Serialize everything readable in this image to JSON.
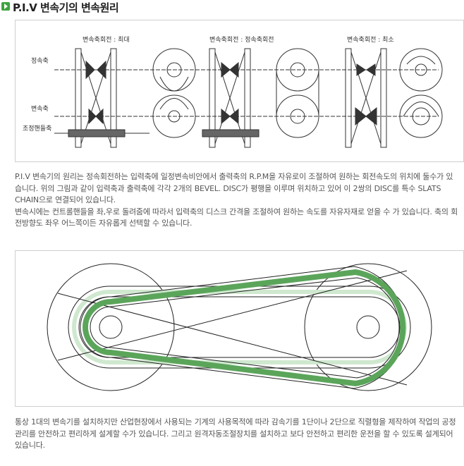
{
  "title": "P.I.V 변속기의 변속원리",
  "figure1": {
    "labels": {
      "max": "변속축회전 : 최대",
      "const": "변속축회전 : 정속축회전",
      "min": "변속축회전 : 최소",
      "fixed_shaft": "정속축",
      "variable_shaft": "변속축",
      "handle_shaft": "조정핸들축"
    }
  },
  "paragraph1": [
    "P.I.V 변속기의 원리는 정속회전하는 입력축에 일정변속비안에서 출력축의 R.P.M을 자유로이 조절하여 원하는 회전속도의 위치에 둘수가 있습니다. 위의 그림과 같이 입력축과 출력축에 각각 2개의 BEVEL. DISC가 평행을 이루며 위치하고 있어 이 2쌍의 DISC를 특수 SLATS CHAIN으로 연결되어 있습니다.",
    "변속시에는 컨트롤핸들을 좌,우로 돌려줌에 따라서 입력축의 디스크 간격을 조절하여 원하는 속도를 자유자재로 얻을 수 가 있습니다. 축의 회전방향도 좌우 어느쪽이든 자유롭게 선택할 수 있습니다."
  ],
  "paragraph2": "통상 1대의 변속기를 설치하지만 산업현장에서 사용되는 기계의 사용목적에 따라 감속기를 1단이나 2단으로 직렬형을 제작하여 작업의 공정관리를 안전하고 편리하게 설계할 수가 있습니다. 그리고 원격자동조절장치를 설치하고 보다 안전하고 편리한 운전을 할 수 있도록 설계되어 있습니다.",
  "colors": {
    "accent": "#3fa33f",
    "belt_green": "#5ba55b",
    "belt_light": "#cfe8cf"
  }
}
